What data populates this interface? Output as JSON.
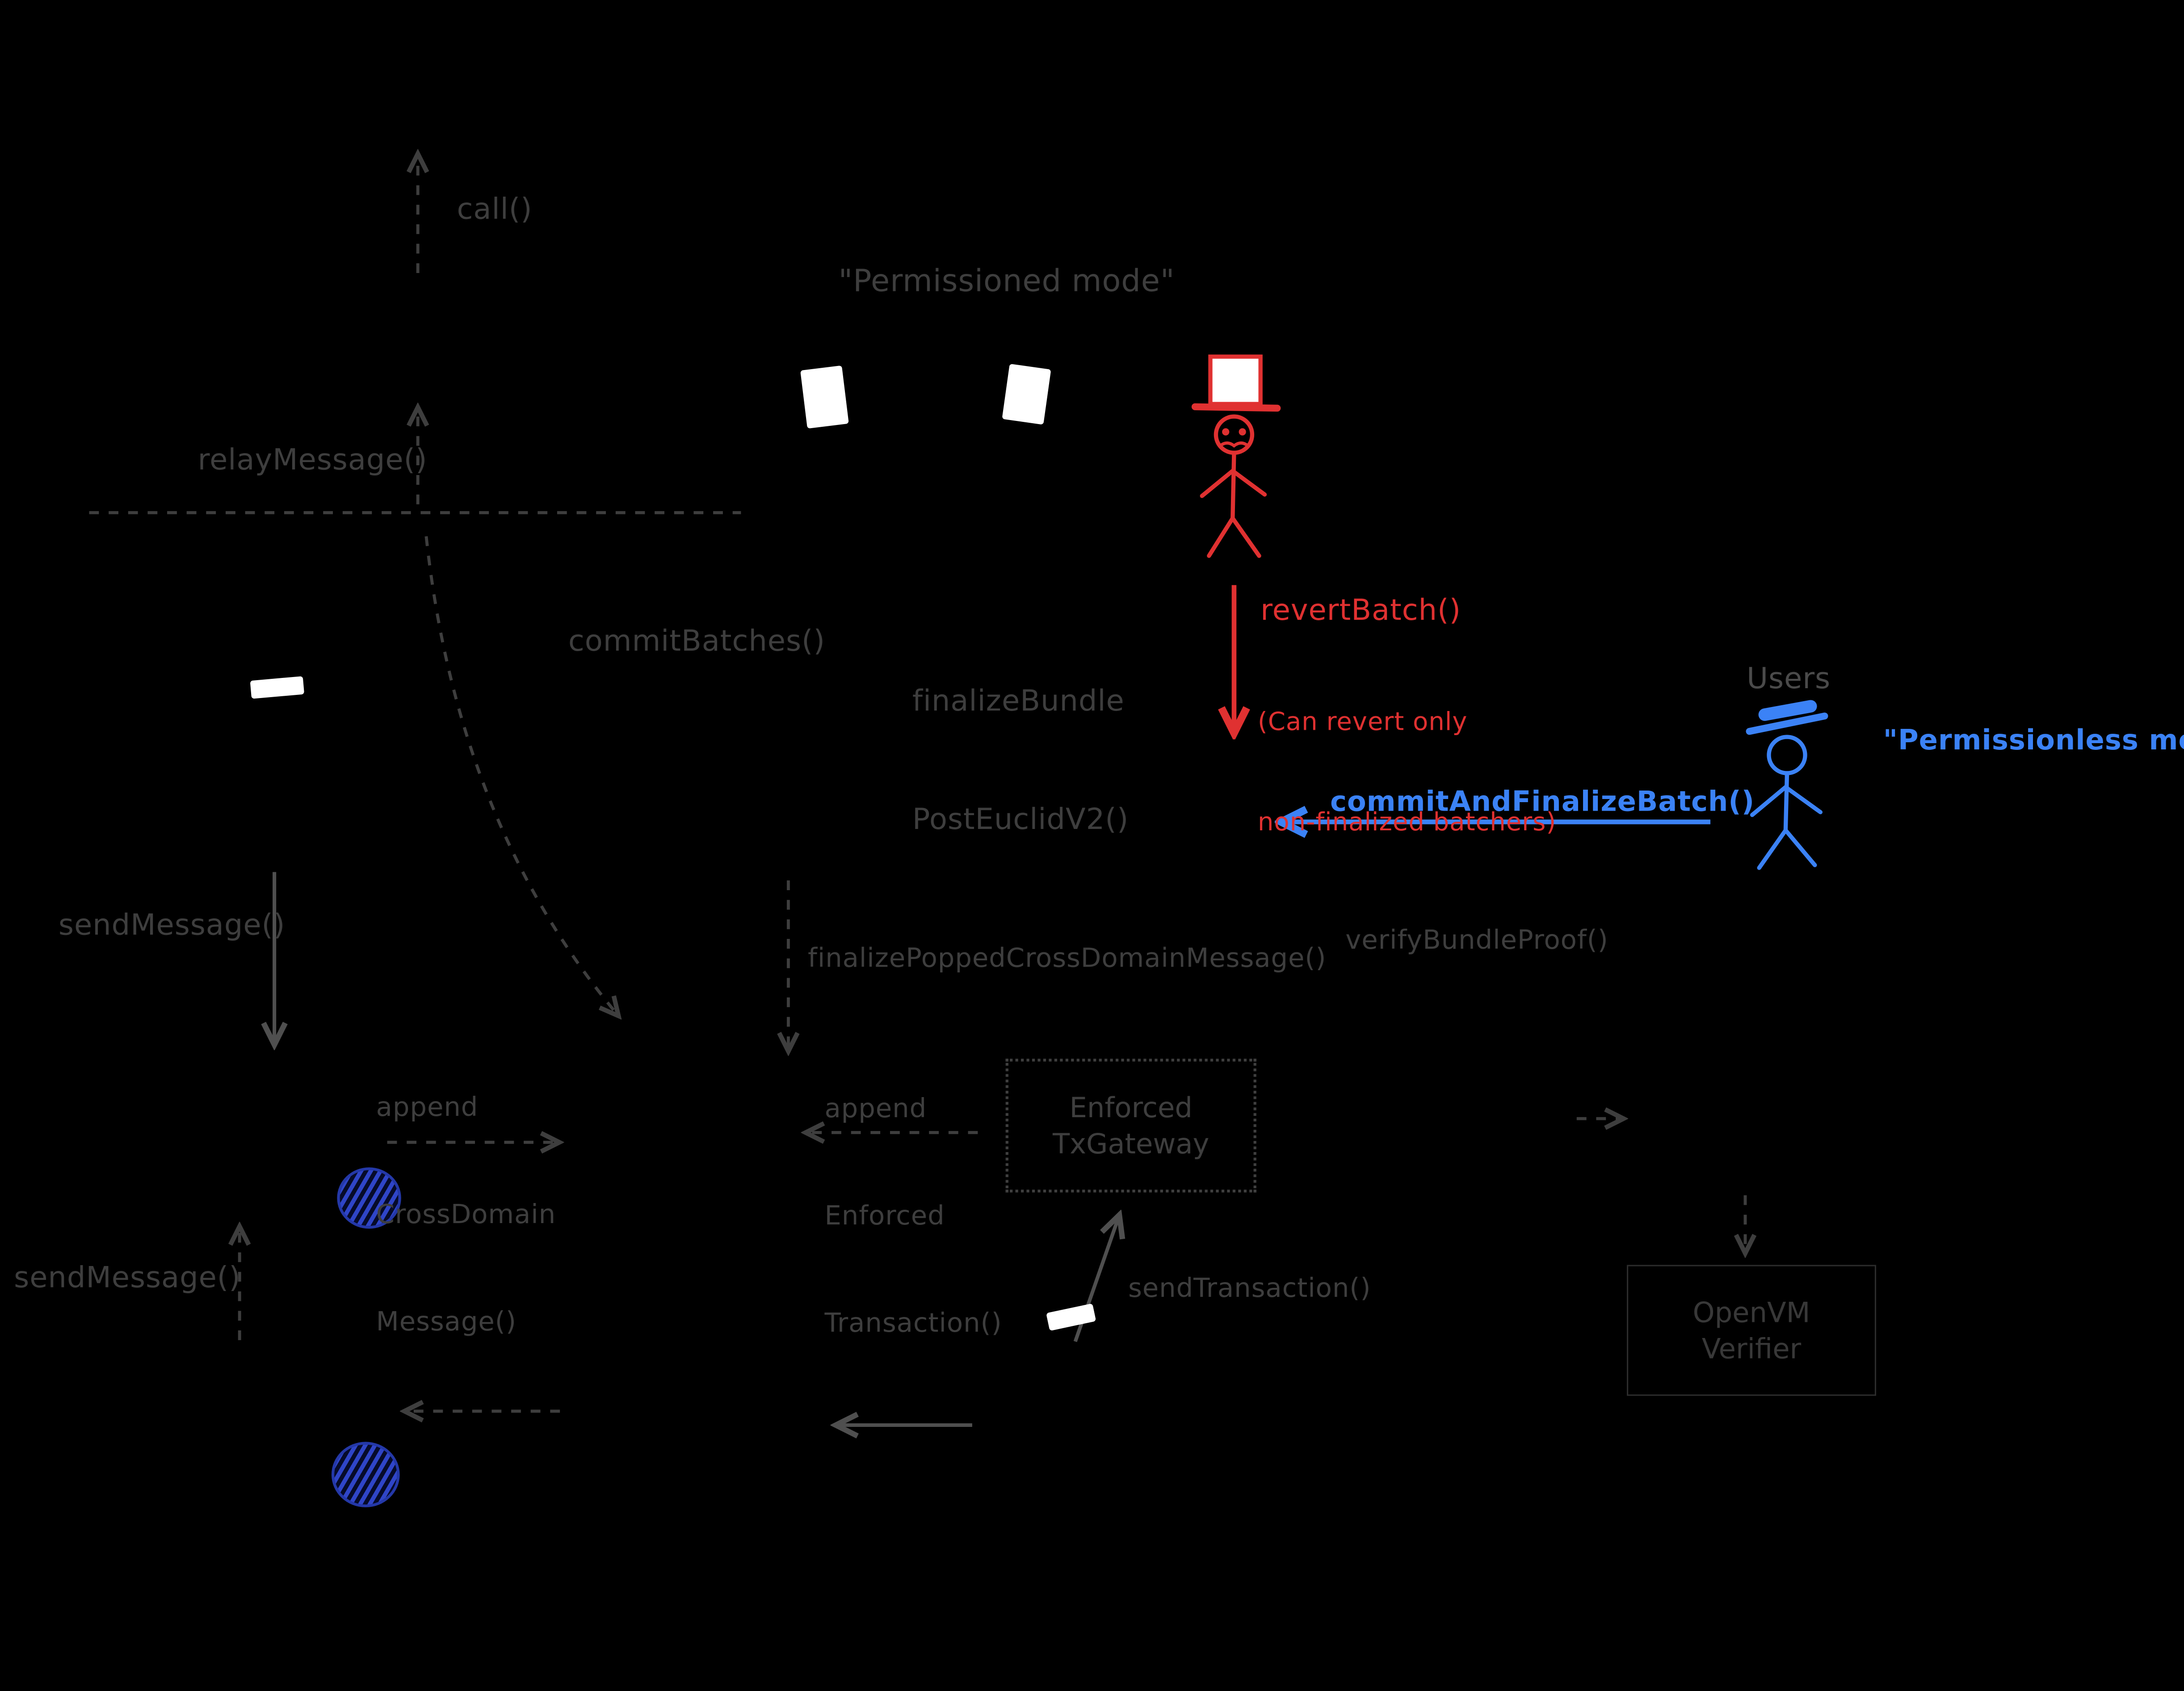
{
  "diagram": {
    "labels": {
      "call": "call()",
      "permissioned_mode": "\"Permissioned mode\"",
      "relay_message": "relayMessage()",
      "commit_batches": "commitBatches()",
      "finalize_bundle": [
        "finalizeBundle",
        "PostEuclidV2()"
      ],
      "revert_batch": "revertBatch()",
      "revert_note": [
        "(Can revert only",
        "non-finalized batchers)"
      ],
      "users": "Users",
      "permissionless_mode": "\"Permissionless mode\"",
      "commit_and_finalize_batch": "commitAndFinalizeBatch()",
      "send_message_top": "sendMessage()",
      "finalize_popped_cross_domain_message": "finalizePoppedCrossDomainMessage()",
      "verify_bundle_proof": "verifyBundleProof()",
      "append_cross_domain_message": [
        "append",
        "CrossDomain",
        "Message()"
      ],
      "append_enforced_transaction": [
        "append",
        "Enforced",
        "Transaction()"
      ],
      "enforced_tx_gateway": [
        "Enforced",
        "TxGateway"
      ],
      "send_message_bottom": "sendMessage()",
      "send_transaction": "sendTransaction()",
      "openvm_verifier": [
        "OpenVM",
        "Verifier"
      ]
    },
    "colors": {
      "background": "#000000",
      "muted_gray_text": "#3e3e3e",
      "solid_arrow_gray": "#4f4f4f",
      "red_accent": "#e03131",
      "blue_accent": "#3b82f6",
      "coin_blue": "#2f45c8",
      "white": "#ffffff"
    }
  }
}
